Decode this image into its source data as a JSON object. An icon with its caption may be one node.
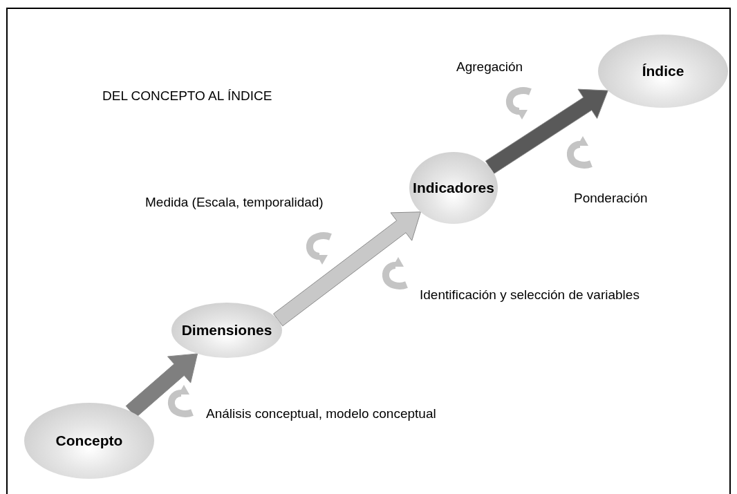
{
  "diagram": {
    "title": "DEL CONCEPTO AL ÍNDICE",
    "nodes": [
      {
        "text": [
          "Concepto"
        ]
      },
      {
        "text": [
          "Dimensiones"
        ]
      },
      {
        "text": [
          "Indicadores"
        ]
      },
      {
        "text": [
          "Índice"
        ]
      }
    ],
    "edges": [
      {
        "from": 0,
        "to": 1,
        "arrow": "to",
        "style": "thick",
        "color": "#7f7f7f"
      },
      {
        "from": 1,
        "to": 2,
        "arrow": "to",
        "style": "thick",
        "color": "#c8c8c8"
      },
      {
        "from": 2,
        "to": 3,
        "arrow": "to",
        "style": "thick",
        "color": "#595959"
      }
    ],
    "labels": [
      "Agregación",
      "Ponderación",
      "Medida (Escala, temporalidad)",
      "Identificación y selección de variables",
      "Análisis conceptual, modelo conceptual"
    ]
  }
}
